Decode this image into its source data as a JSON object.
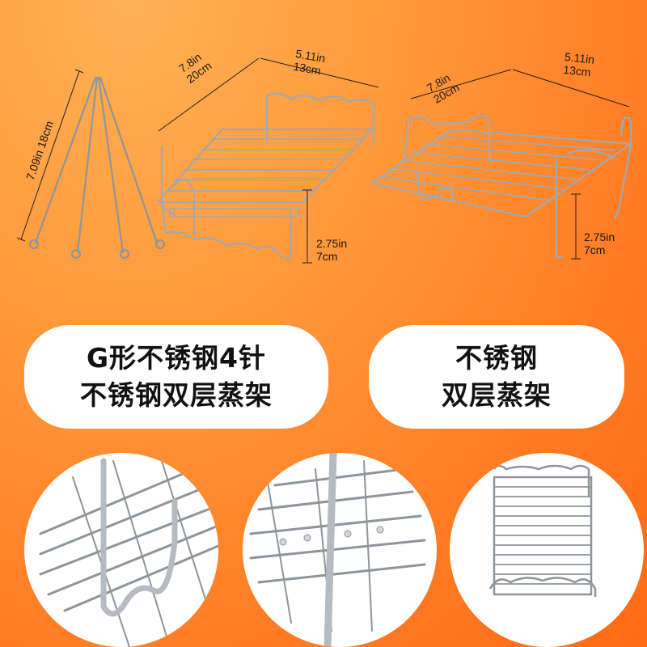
{
  "dimensions": {
    "skewers_height": "7.09in 18cm",
    "rack1_depth_in": "7.8in",
    "rack1_depth_cm": "20cm",
    "rack1_width_in": "5.11in",
    "rack1_width_cm": "13cm",
    "rack1_height_in": "2.75in",
    "rack1_height_cm": "7cm",
    "rack2_depth_in": "7.8in",
    "rack2_depth_cm": "20cm",
    "rack2_width_in": "5.11in",
    "rack2_width_cm": "13cm",
    "rack2_height_in": "2.75in",
    "rack2_height_cm": "7cm"
  },
  "labels": {
    "left_line1": "G形不锈钢4针",
    "left_line2": "不锈钢双层蒸架",
    "right_line1": "不锈钢",
    "right_line2": "双层蒸架"
  },
  "colors": {
    "background": "#ff7a22",
    "metal": "#9aa0a6",
    "pill": "#ffffff"
  }
}
